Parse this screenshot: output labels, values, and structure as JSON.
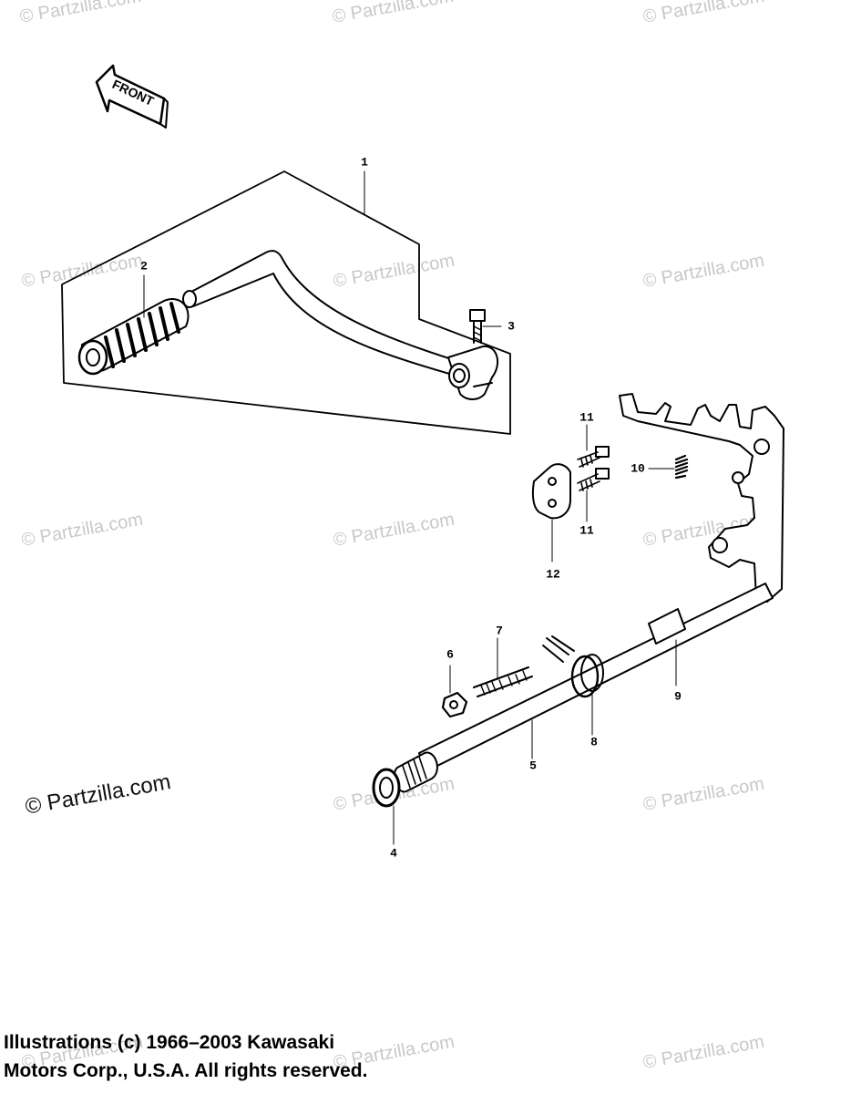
{
  "front_arrow": {
    "label": "FRONT"
  },
  "watermark": {
    "text": "© Partzilla.com"
  },
  "callouts": {
    "c1": "1",
    "c2": "2",
    "c3": "3",
    "c4": "4",
    "c5": "5",
    "c6": "6",
    "c7": "7",
    "c8": "8",
    "c9": "9",
    "c10": "10",
    "c11a": "11",
    "c11b": "11",
    "c12": "12"
  },
  "copyright": {
    "line1": "Illustrations (c) 1966–2003 Kawasaki",
    "line2": "Motors Corp., U.S.A.  All rights reserved."
  }
}
